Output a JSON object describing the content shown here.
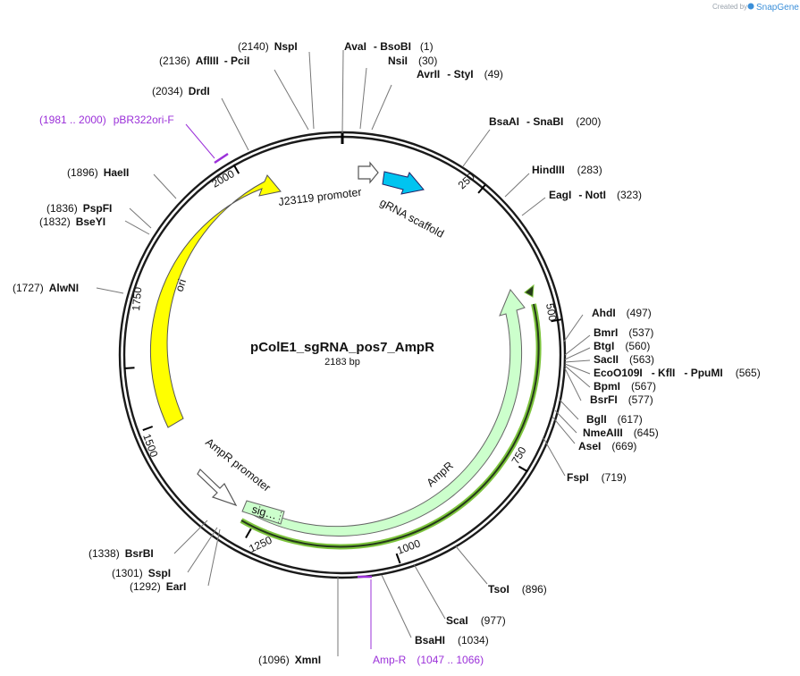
{
  "watermark": {
    "prefix": "Created by",
    "brand": "SnapGene"
  },
  "plasmid": {
    "name": "pColE1_sgRNA_pos7_AmpR",
    "size_text": "2183 bp"
  },
  "ticks": {
    "t250": "250",
    "t500": "500",
    "t750": "750",
    "t1000": "1000",
    "t1250": "1250",
    "t1500": "1500",
    "t1750": "1750",
    "t2000": "2000"
  },
  "features": {
    "ori": "ori",
    "j23119": "J23119 promoter",
    "grna": "gRNA scaffold",
    "ampr": "AmpR",
    "ampr_promoter": "AmpR promoter",
    "sig": "sig…"
  },
  "sites": {
    "nspi": {
      "pos": "(2140)",
      "name": "NspI"
    },
    "afliii": {
      "pos": "(2136)",
      "name": "AflIII",
      "name2": "- PciI"
    },
    "drdi": {
      "pos": "(2034)",
      "name": "DrdI"
    },
    "haeii": {
      "pos": "(1896)",
      "name": "HaeII"
    },
    "pspfi": {
      "pos": "(1836)",
      "name": "PspFI"
    },
    "bseyi": {
      "pos": "(1832)",
      "name": "BseYI"
    },
    "alwni": {
      "pos": "(1727)",
      "name": "AlwNI"
    },
    "bsrbi": {
      "pos": "(1338)",
      "name": "BsrBI"
    },
    "sspi": {
      "pos": "(1301)",
      "name": "SspI"
    },
    "eari": {
      "pos": "(1292)",
      "name": "EarI"
    },
    "xmni": {
      "pos": "(1096)",
      "name": "XmnI"
    },
    "avai": {
      "name": "AvaI",
      "name2": "- BsoBI",
      "pos": "(1)"
    },
    "nsii": {
      "name": "NsiI",
      "pos": "(30)"
    },
    "avrii": {
      "name": "AvrII",
      "name2": "- StyI",
      "pos": "(49)"
    },
    "bsaai": {
      "name": "BsaAI",
      "name2": "- SnaBI",
      "pos": "(200)"
    },
    "hindiii": {
      "name": "HindIII",
      "pos": "(283)"
    },
    "eagi": {
      "name": "EagI",
      "name2": "- NotI",
      "pos": "(323)"
    },
    "ahdi": {
      "name": "AhdI",
      "pos": "(497)"
    },
    "bmri": {
      "name": "BmrI",
      "pos": "(537)"
    },
    "btgi": {
      "name": "BtgI",
      "pos": "(560)"
    },
    "sacii": {
      "name": "SacII",
      "pos": "(563)"
    },
    "eco0109i": {
      "name": "EcoO109I",
      "name2": "- KflI",
      "name3": "- PpuMI",
      "pos": "(565)"
    },
    "bpmi": {
      "name": "BpmI",
      "pos": "(567)"
    },
    "bsrfi": {
      "name": "BsrFI",
      "pos": "(577)"
    },
    "bgli": {
      "name": "BglI",
      "pos": "(617)"
    },
    "nmeaiii": {
      "name": "NmeAIII",
      "pos": "(645)"
    },
    "asei": {
      "name": "AseI",
      "pos": "(669)"
    },
    "fspi": {
      "name": "FspI",
      "pos": "(719)"
    },
    "tsoi": {
      "name": "TsoI",
      "pos": "(896)"
    },
    "scai": {
      "name": "ScaI",
      "pos": "(977)"
    },
    "bsahi": {
      "name": "BsaHI",
      "pos": "(1034)"
    }
  },
  "primers": {
    "pbr322": {
      "range": "(1981 .. 2000)",
      "name": "pBR322ori-F"
    },
    "ampr": {
      "name": "Amp-R",
      "range": "(1047 .. 1066)"
    }
  },
  "colors": {
    "backbone": "#1a1a1a",
    "ori": "#ffff00",
    "ampr": "#ccffcc",
    "grna": "#00c4f0",
    "primer": "#9b30d9",
    "primer_bind": "#7dc43d"
  }
}
